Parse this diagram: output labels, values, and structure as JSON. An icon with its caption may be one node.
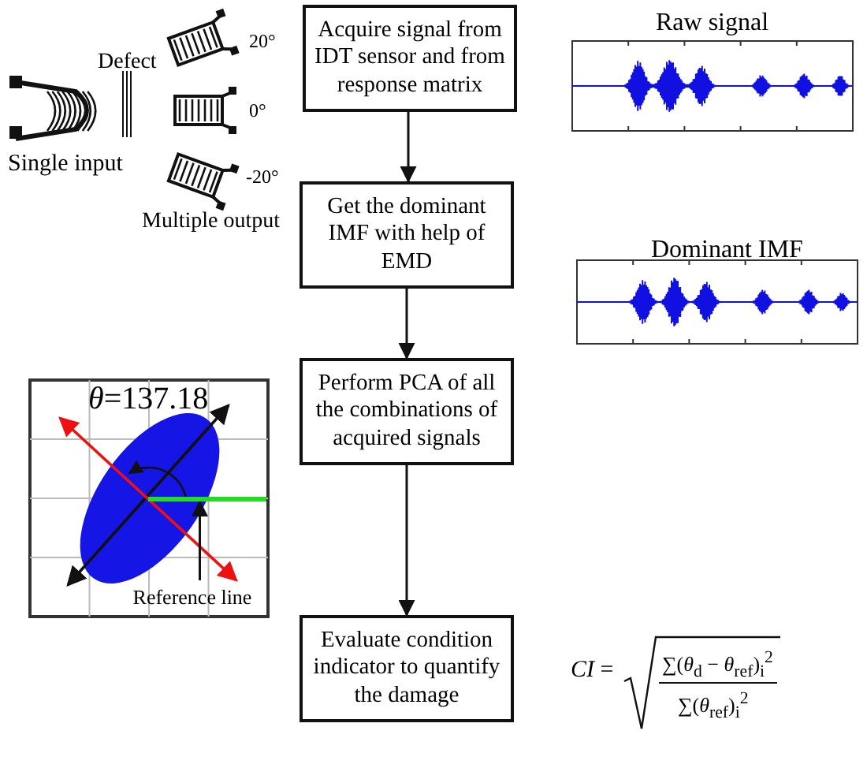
{
  "diagram": {
    "nodes": [
      {
        "text": [
          "Acquire signal from IDT sensor and from response matrix"
        ]
      },
      {
        "text": [
          "Get the dominant IMF with help of EMD"
        ]
      },
      {
        "text": [
          "Perform PCA of all the combinations of acquired signals"
        ]
      },
      {
        "text": [
          "Evaluate condition indicator to quantify the damage"
        ]
      },
      {
        "text": [
          "Reference line"
        ]
      },
      {
        "text": [],
        "shape": "line"
      }
    ],
    "edges": [
      {
        "from": 0,
        "to": 1,
        "arrow": "to"
      },
      {
        "from": 1,
        "to": 2,
        "arrow": "to"
      },
      {
        "from": 2,
        "to": 3,
        "arrow": "to"
      },
      {
        "from": 4,
        "to": 5,
        "arrow": "to"
      }
    ],
    "labels": [
      "Defect",
      "20°",
      "0°",
      "Single input",
      "-20°",
      "Multiple output",
      "Raw signal",
      "Dominant IMF",
      "*θ*=137.18",
      "*CI* =",
      "∑(*θ*$_{d}$ − *θ*$_{ref}$)$_{i}$$^{2}$",
      "∑(*θ*$_{ref}$)$_{i}$$^{2}$"
    ]
  }
}
